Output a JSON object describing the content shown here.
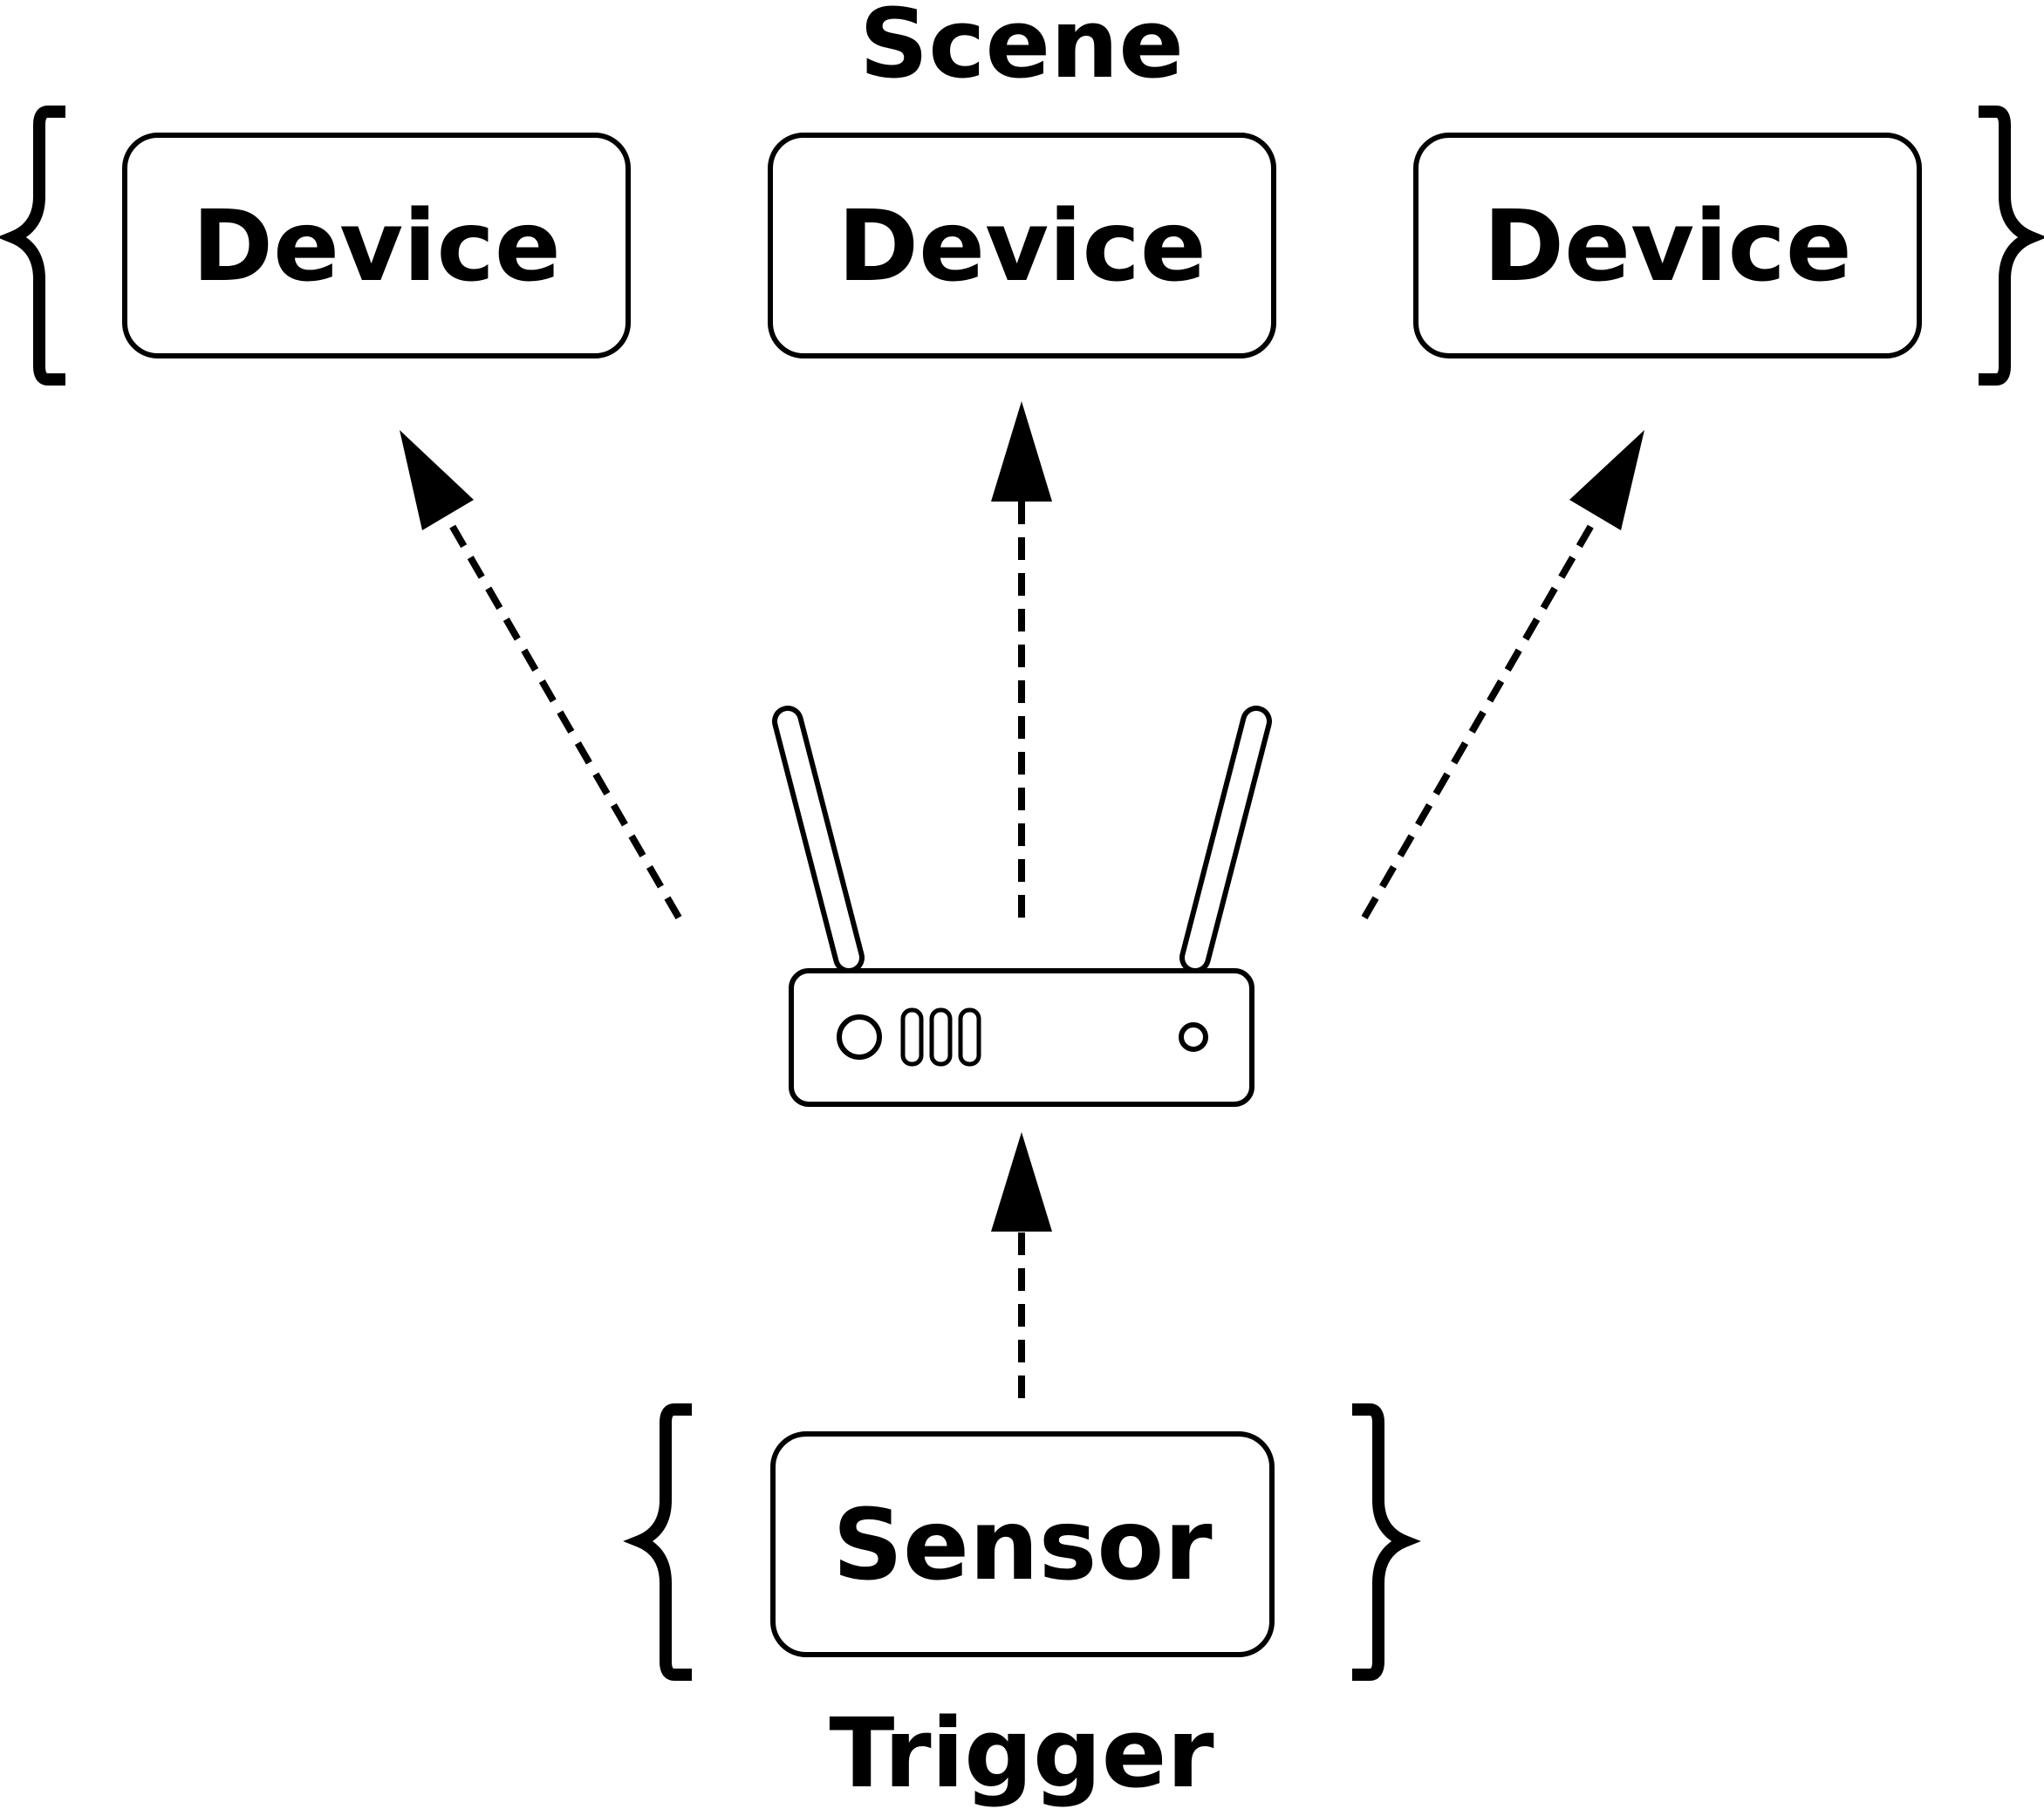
{
  "colors": {
    "stroke": "#000000",
    "background": "#ffffff"
  },
  "scene": {
    "label": "Scene",
    "devices": [
      {
        "label": "Device"
      },
      {
        "label": "Device"
      },
      {
        "label": "Device"
      }
    ]
  },
  "hub": {
    "icon": "router-icon"
  },
  "trigger": {
    "label": "Trigger",
    "sensor": {
      "label": "Sensor"
    }
  }
}
